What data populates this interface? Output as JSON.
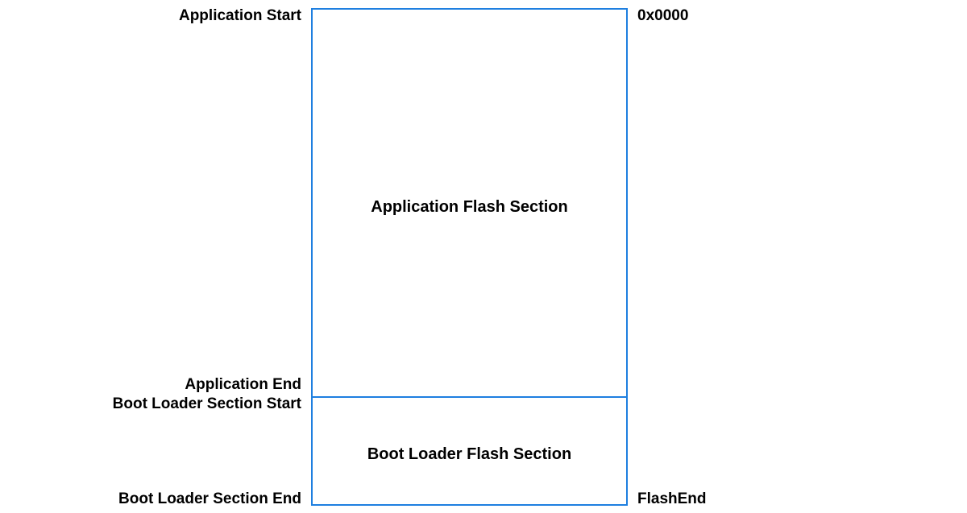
{
  "diagram": {
    "sections": {
      "application": "Application Flash Section",
      "boot_loader": "Boot Loader Flash Section"
    },
    "left_labels": {
      "application_start": "Application Start",
      "application_end": "Application End",
      "boot_loader_start": "Boot Loader Section Start",
      "boot_loader_end": "Boot Loader Section End"
    },
    "right_labels": {
      "start_address": "0x0000",
      "end_address": "FlashEnd"
    },
    "colors": {
      "border": "#1e7fe0",
      "text": "#000000",
      "background": "#ffffff"
    }
  }
}
